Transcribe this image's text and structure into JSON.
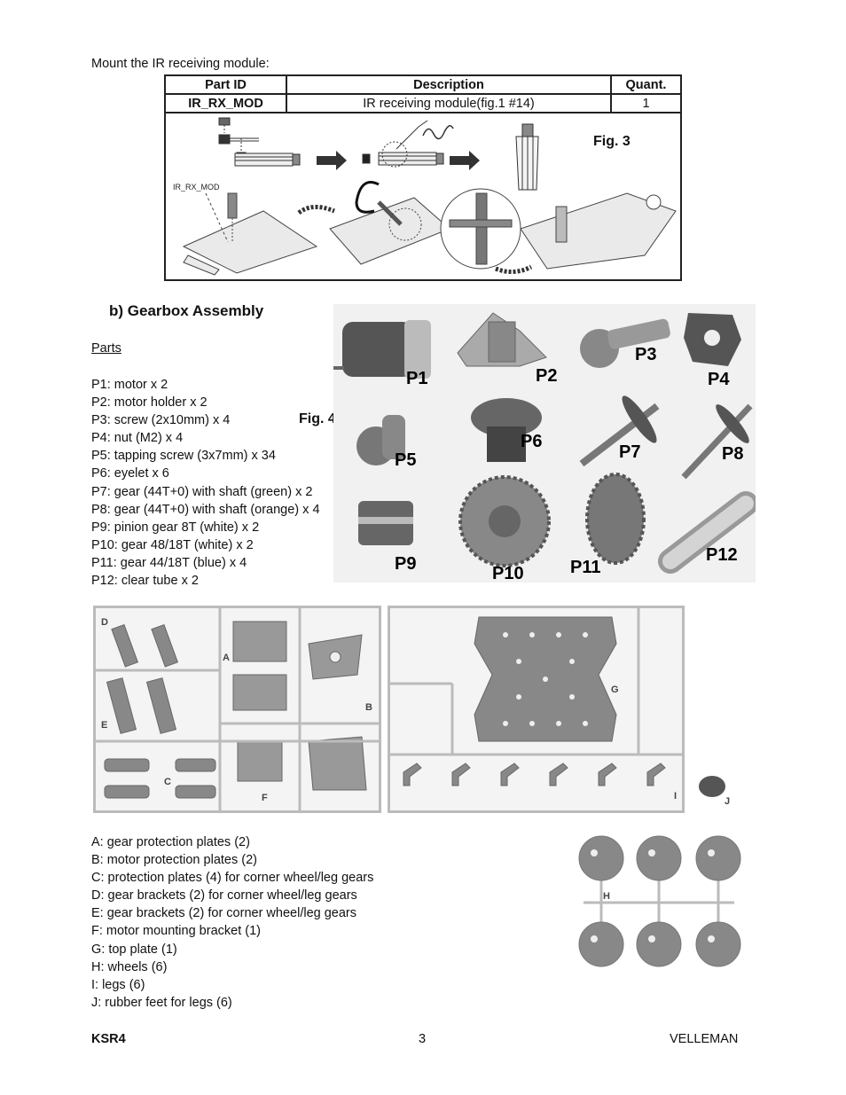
{
  "ir_section": {
    "intro": "Mount the IR receiving module:",
    "table": {
      "headers": [
        "Part ID",
        "Description",
        "Quant."
      ],
      "rows": [
        [
          "IR_RX_MOD",
          "IR receiving module(fig.1 #14)",
          "1"
        ]
      ]
    },
    "figure_label": "Fig. 3",
    "module_label": "IR_RX_MOD"
  },
  "gearbox": {
    "title": "b) Gearbox Assembly",
    "parts_heading": "Parts",
    "parts": [
      "P1: motor x 2",
      "P2: motor holder x 2",
      "P3: screw (2x10mm) x 4",
      "P4: nut (M2) x 4",
      "P5: tapping screw (3x7mm) x 34",
      "P6: eyelet x 6",
      "P7: gear (44T+0) with shaft (green) x 2",
      "P8: gear (44T+0) with shaft (orange) x 4",
      "P9: pinion gear 8T (white) x 2",
      "P10: gear 48/18T (white) x 2",
      "P11: gear 44/18T (blue) x 4",
      "P12: clear tube x 2"
    ],
    "figure_label": "Fig. 4",
    "photo_labels": [
      "P1",
      "P2",
      "P3",
      "P4",
      "P5",
      "P6",
      "P7",
      "P8",
      "P9",
      "P10",
      "P11",
      "P12"
    ]
  },
  "sprue_labels": [
    "A",
    "B",
    "C",
    "D",
    "E",
    "F",
    "G",
    "H",
    "I",
    "J"
  ],
  "components": [
    "A: gear protection plates (2)",
    "B: motor protection plates (2)",
    "C: protection plates (4) for corner wheel/leg gears",
    "D: gear brackets (2) for corner wheel/leg gears",
    "E: gear brackets (2) for corner wheel/leg gears",
    "F: motor mounting bracket (1)",
    "G: top plate (1)",
    "H: wheels (6)",
    "I: legs (6)",
    "J: rubber feet for legs (6)"
  ],
  "footer": {
    "left": "KSR4",
    "center": "3",
    "right": "VELLEMAN"
  }
}
